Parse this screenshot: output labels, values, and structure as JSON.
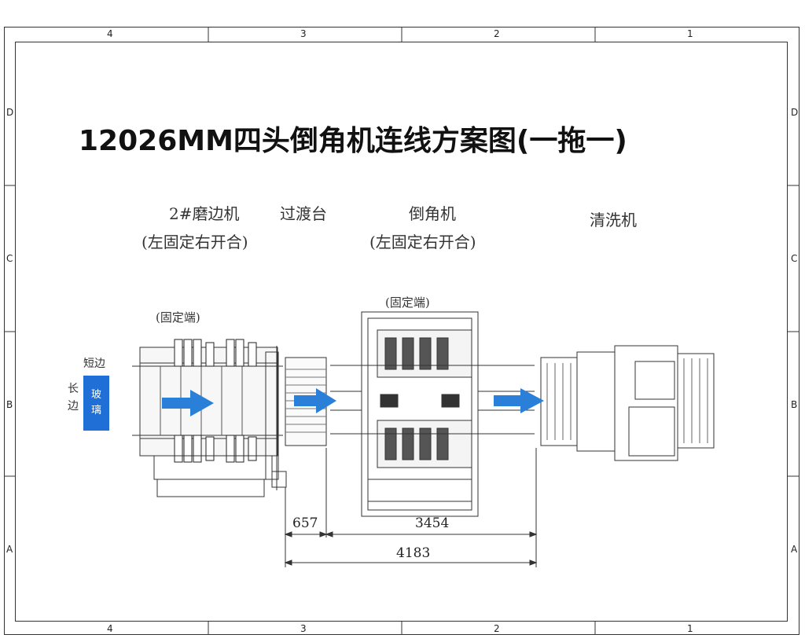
{
  "title": "12026MM四头倒角机连线方案图(一拖一)",
  "grid": {
    "columns_top": [
      "4",
      "3",
      "2",
      "1"
    ],
    "columns_bottom": [
      "4",
      "3",
      "2",
      "1"
    ],
    "rows_left": [
      "D",
      "C",
      "B",
      "A"
    ],
    "rows_right": [
      "D",
      "C",
      "B",
      "A"
    ]
  },
  "stations": {
    "edger": {
      "name": "2#磨边机",
      "note": "(左固定右开合)",
      "fixed_end": "(固定端)"
    },
    "transfer": {
      "name": "过渡台"
    },
    "chamfer": {
      "name": "倒角机",
      "note": "(左固定右开合)",
      "fixed_end": "(固定端)"
    },
    "washer": {
      "name": "清洗机"
    }
  },
  "glass": {
    "label_line1": "玻",
    "label_line2": "璃",
    "short_edge": "短边",
    "long_edge_1": "长",
    "long_edge_2": "边",
    "color": "#1f6fd6"
  },
  "dimensions": {
    "transfer_len": "657",
    "chamfer_len": "3454",
    "total_len": "4183"
  },
  "colors": {
    "arrow": "#2a7fd8",
    "line": "#333333"
  }
}
